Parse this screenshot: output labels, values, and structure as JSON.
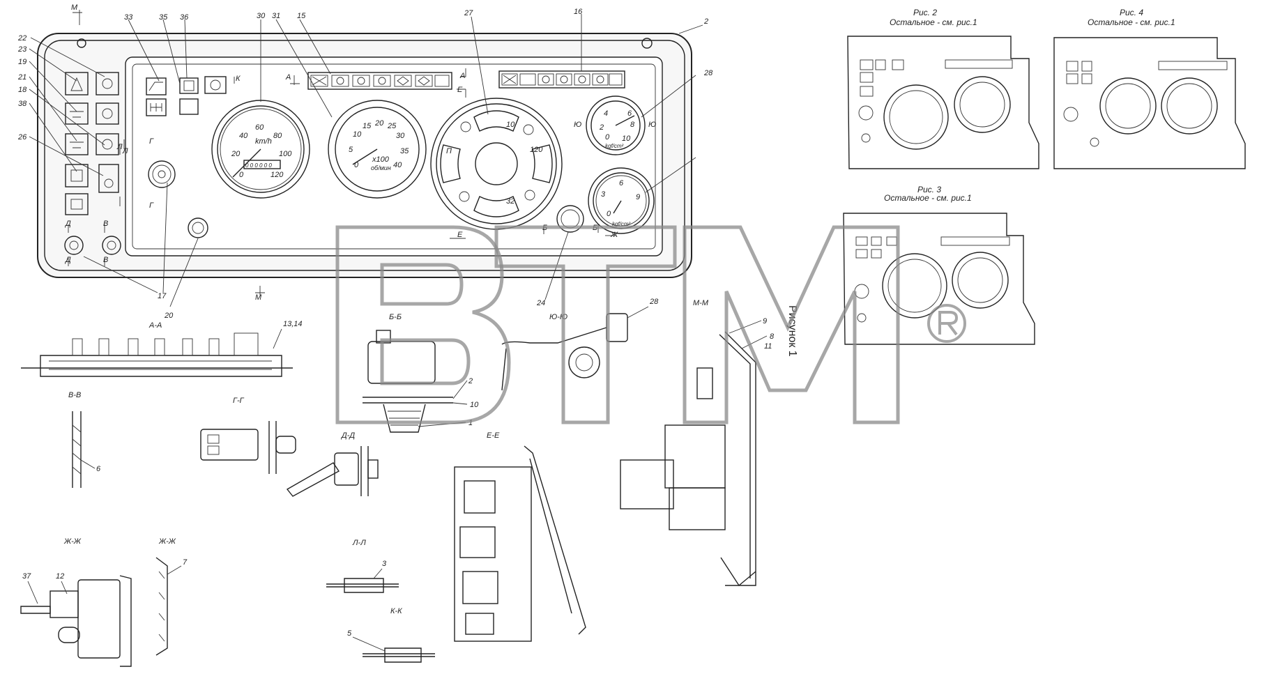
{
  "figure": {
    "title": "Рисунок 1"
  },
  "insets": [
    {
      "caption": "Рис. 2",
      "note": "Остальное - см. рис.1"
    },
    {
      "caption": "Рис. 4",
      "note": "Остальное - см. рис.1"
    },
    {
      "caption": "Рис. 3",
      "note": "Остальное - см. рис.1"
    }
  ],
  "sections": {
    "aa": "А-А",
    "bb": "Б-Б",
    "vv": "В-В",
    "gg": "Г-Г",
    "dd": "Д-Д",
    "ee": "Е-Е",
    "zh1": "Ж-Ж",
    "zh2": "Ж-Ж",
    "ll": "Л-Л",
    "kk": "К-К",
    "yuyu": "Ю-Ю",
    "mm": "М-М"
  },
  "callouts": {
    "n22": "22",
    "n23": "23",
    "n19": "19",
    "n21": "21",
    "n18": "18",
    "n38": "38",
    "n26": "26",
    "n33": "33",
    "n35": "35",
    "n36": "36",
    "n30": "30",
    "n31": "31",
    "n15": "15",
    "n27": "27",
    "n16": "16",
    "n2": "2",
    "n28": "28",
    "n17": "17",
    "n20": "20",
    "n24": "24",
    "n13_14": "13,14",
    "n6": "6",
    "n37": "37",
    "n12": "12",
    "n7": "7",
    "n3": "3",
    "n5": "5",
    "n2b": "2",
    "n10": "10",
    "n1": "1",
    "n28b": "28",
    "n9": "9",
    "n8": "8",
    "n11": "11"
  },
  "view_marks": {
    "m_top": "М",
    "m_bot": "М",
    "a_left": "А",
    "a_right": "А",
    "e_top": "Е",
    "e_bot": "Е",
    "g_top": "Г",
    "g_bot": "Г",
    "d_top": "Д",
    "d_bot": "Д",
    "v_top": "В",
    "v_bot": "В",
    "l1": "Л",
    "l2": "Л",
    "k": "К",
    "yu_left": "Ю",
    "yu_right": "Ю",
    "zh": "Ж",
    "b_left": "Б",
    "b_right": "Б"
  },
  "gauges": {
    "speedometer": {
      "unit": "km/h",
      "ticks": [
        "0",
        "20",
        "40",
        "60",
        "80",
        "100",
        "120"
      ],
      "counter": "0 0 0 0 0 0"
    },
    "tachometer": {
      "unit": "об/мин",
      "multiplier": "x100",
      "ticks": [
        "0",
        "5",
        "10",
        "15",
        "20",
        "25",
        "30",
        "35",
        "40"
      ]
    },
    "combo_gauge": {
      "ticks": [
        "10",
        "120",
        "32"
      ],
      "fuel_left": "П"
    },
    "pressure_top": {
      "unit": "kgf/cm²",
      "ticks": [
        "0",
        "2",
        "4",
        "6",
        "8",
        "10"
      ]
    },
    "pressure_bottom": {
      "unit": "kgf/cm²",
      "ticks": [
        "0",
        "3",
        "6",
        "9"
      ]
    }
  },
  "watermark": {
    "text": "BTM",
    "mark": "®"
  }
}
